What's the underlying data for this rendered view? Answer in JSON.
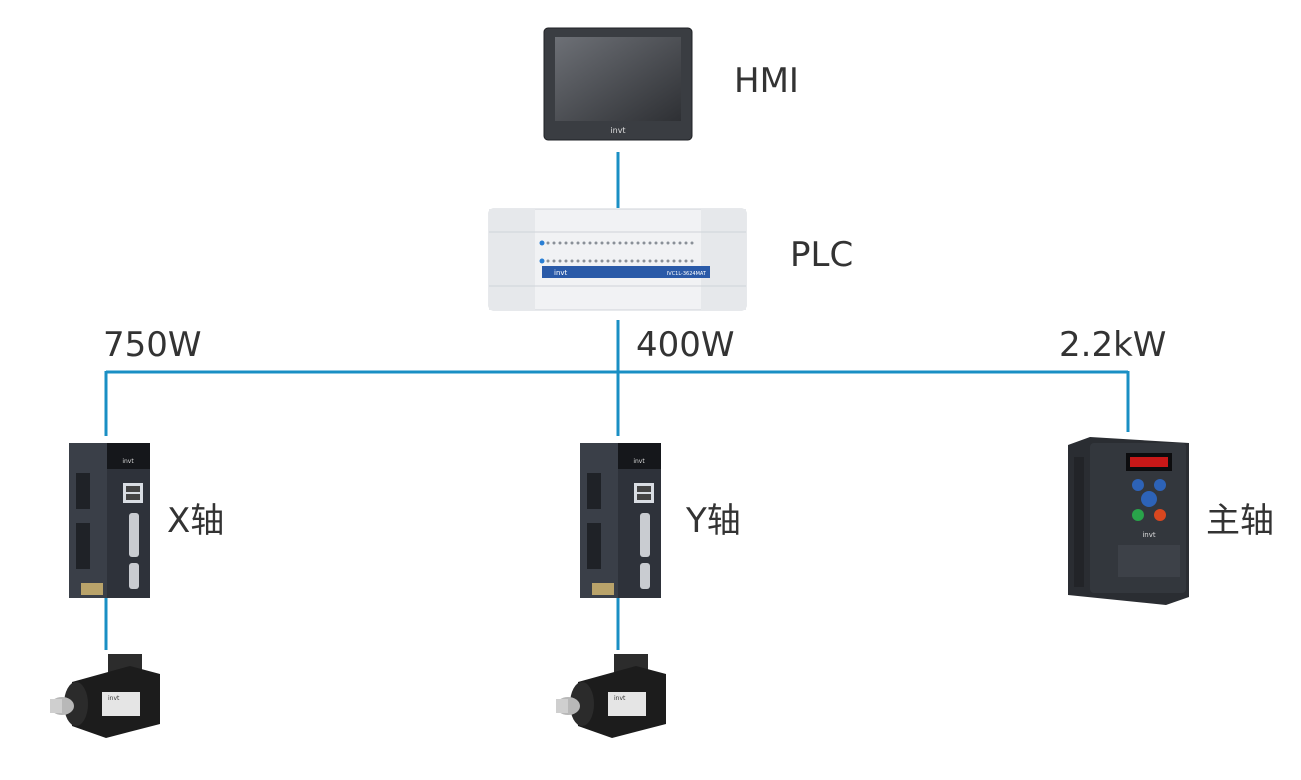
{
  "nodes": {
    "hmi": {
      "label": "HMI",
      "brand": "invt"
    },
    "plc": {
      "label": "PLC",
      "brand": "invt",
      "model": "IVC1L-3624MAT"
    },
    "x_axis": {
      "label": "X轴",
      "power": "750W",
      "brand": "invt"
    },
    "y_axis": {
      "label": "Y轴",
      "power": "400W",
      "brand": "invt"
    },
    "spindle": {
      "label": "主轴",
      "power": "2.2kW",
      "brand": "invt"
    }
  },
  "colors": {
    "connector": "#1a8fc4",
    "text": "#333333",
    "device_dark": "#2b2f36",
    "device_light": "#eef0f2",
    "plc_band": "#2a5aa8"
  }
}
